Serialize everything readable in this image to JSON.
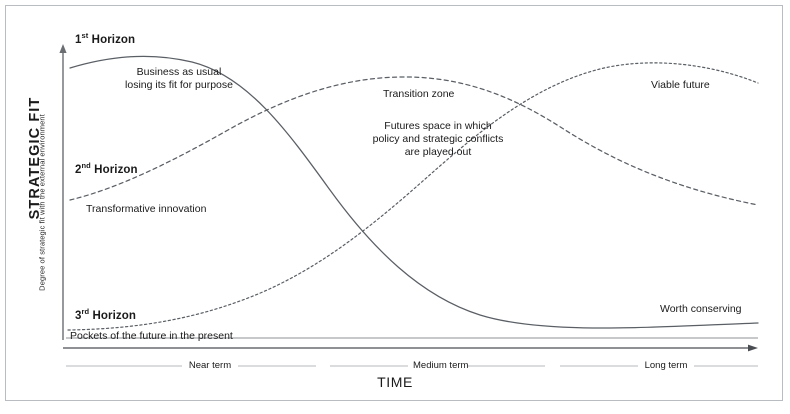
{
  "figure": {
    "axes": {
      "y_title": "STRATEGIC FIT",
      "y_subtitle": "Degree of strategic fit with the external environment",
      "x_title": "TIME",
      "x_terms": [
        "Near term",
        "Medium term",
        "Long term"
      ]
    },
    "horizons": [
      {
        "id": "h1",
        "title_number": "1",
        "title_ordinal": "st",
        "title_word": "Horizon",
        "annotation_lines": [
          "Business as usual",
          "losing its fit for purpose"
        ],
        "end_annotation": "Worth conserving",
        "line_style": "solid"
      },
      {
        "id": "h2",
        "title_number": "2",
        "title_ordinal": "nd",
        "title_word": "Horizon",
        "annotation_lines": [
          "Transformative innovation"
        ],
        "end_annotation": "Transition zone",
        "line_style": "dashed"
      },
      {
        "id": "h3",
        "title_number": "3",
        "title_ordinal": "rd",
        "title_word": "Horizon",
        "annotation_lines": [
          "Pockets of the future in the present"
        ],
        "end_annotation": "Viable future",
        "line_style": "dotted"
      }
    ],
    "center_note": {
      "lines": [
        "Futures space in which",
        "policy and strategic conflicts",
        "are played out"
      ]
    },
    "colors": {
      "line": "#555a60",
      "text": "#1a1a1a",
      "axis": "#6a6e73",
      "frame": "#b9bcc0",
      "tick_rule": "#b5b8bc"
    }
  },
  "chart_data": {
    "type": "line",
    "title": "Three Horizons framework",
    "xlabel": "TIME",
    "ylabel": "Degree of strategic fit with the external environment",
    "xlim": [
      0,
      100
    ],
    "ylim": [
      0,
      100
    ],
    "grid": false,
    "legend": "none",
    "xtick_labels": [
      "Near term",
      "Medium term",
      "Long term"
    ],
    "series": [
      {
        "name": "1st Horizon",
        "style": "solid",
        "label": "Business as usual losing its fit for purpose",
        "end_label": "Worth conserving",
        "x": [
          0,
          6,
          13,
          20,
          27,
          33,
          40,
          47,
          54,
          61,
          68,
          75,
          82,
          89,
          96,
          100
        ],
        "y": [
          92,
          95,
          96,
          93,
          86,
          76,
          64,
          51,
          39,
          28,
          19,
          12,
          8,
          5,
          4,
          4
        ]
      },
      {
        "name": "2nd Horizon",
        "style": "dashed",
        "label": "Transformative innovation",
        "end_label": "Transition zone",
        "x": [
          0,
          7,
          14,
          21,
          28,
          35,
          42,
          49,
          56,
          63,
          70,
          77,
          84,
          91,
          98,
          100
        ],
        "y": [
          46,
          53,
          61,
          70,
          79,
          86,
          90,
          90,
          87,
          81,
          73,
          64,
          56,
          50,
          45,
          44
        ]
      },
      {
        "name": "3rd Horizon",
        "style": "dotted",
        "label": "Pockets of the future in the present",
        "end_label": "Viable future",
        "x": [
          0,
          7,
          14,
          21,
          28,
          35,
          42,
          49,
          56,
          63,
          70,
          77,
          84,
          91,
          98,
          100
        ],
        "y": [
          2,
          3,
          5,
          9,
          15,
          23,
          33,
          45,
          57,
          69,
          79,
          87,
          91,
          92,
          90,
          89
        ]
      }
    ]
  }
}
